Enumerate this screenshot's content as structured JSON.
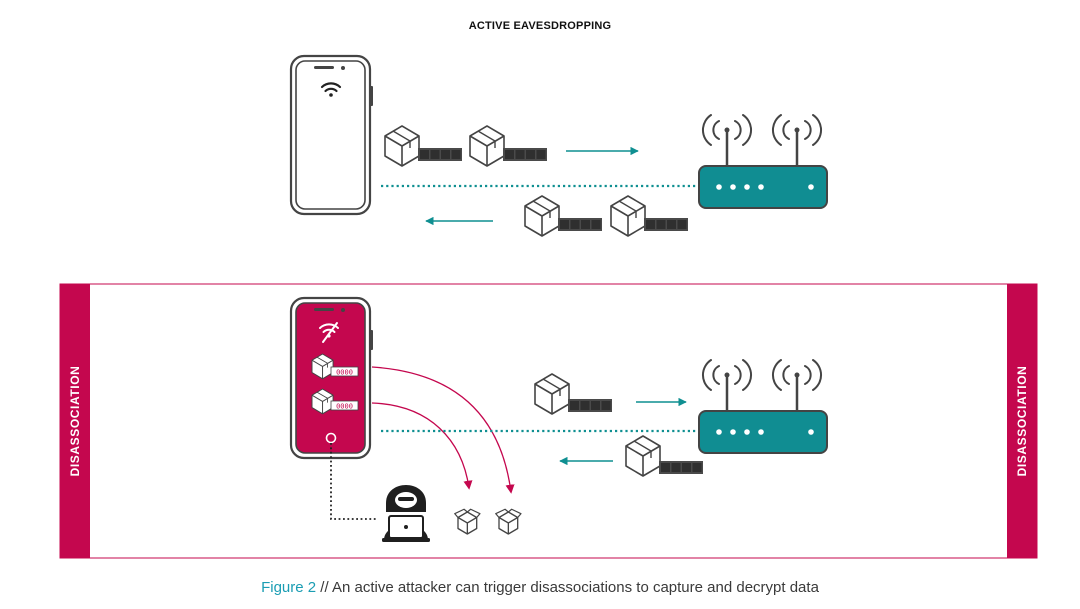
{
  "title": "ACTIVE EAVESDROPPING",
  "side_labels": {
    "left": "DISASSOCIATION",
    "right": "DISASSOCIATION"
  },
  "caption": {
    "figure": "Figure 2",
    "separator": " // ",
    "text": "An active attacker can trigger disassociations to capture and decrypt data"
  },
  "packet_masks": {
    "encrypted": "****",
    "decrypted": "0000"
  },
  "colors": {
    "accent": "#c4074e",
    "teal": "#0f8f91",
    "router": "#108d92",
    "outline": "#444444",
    "caption_blue": "#1a9db3"
  },
  "icons": [
    "smartphone-icon",
    "wifi-icon",
    "wifi-off-icon",
    "router-icon",
    "package-icon",
    "hacker-icon"
  ]
}
